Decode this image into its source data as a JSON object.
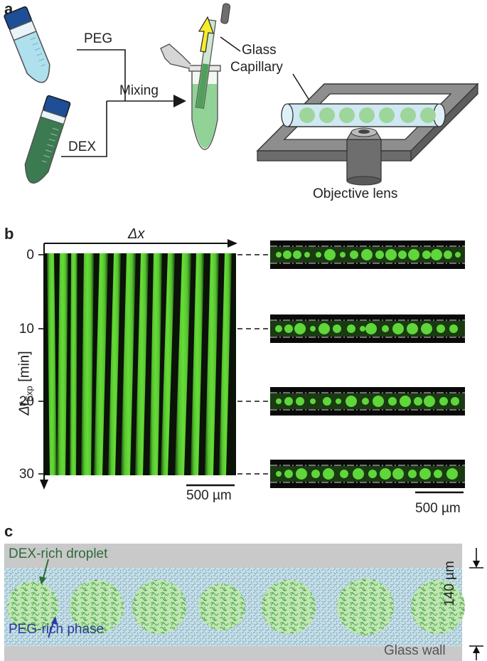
{
  "figure": {
    "panels": [
      "a",
      "b",
      "c"
    ]
  },
  "panel_a": {
    "tube1_label": "PEG",
    "tube2_label": "DEX",
    "mixing_label": "Mixing",
    "capillary_label_line1": "Glass",
    "capillary_label_line2": "Capillary",
    "objective_label": "Objective lens"
  },
  "panel_b": {
    "x_axis_label": "Δx",
    "y_axis_label": "Δt",
    "y_axis_subscript": "Exp",
    "y_axis_unit": "[min]",
    "y_ticks": [
      "0",
      "10",
      "20",
      "30"
    ],
    "scalebar_left": "500 µm",
    "scalebar_right": "500 µm"
  },
  "panel_c": {
    "droplet_label": "DEX-rich droplet",
    "phase_label": "PEG-rich phase",
    "wall_label": "Glass wall",
    "width_label": "140 µm"
  },
  "colors": {
    "dex_green": "#2e6b3a",
    "peg_blue": "#2b3aa0",
    "fluor_green": "#55d630",
    "wall_gray": "#c9c9c9",
    "arrow_yellow": "#f7ee2a"
  }
}
